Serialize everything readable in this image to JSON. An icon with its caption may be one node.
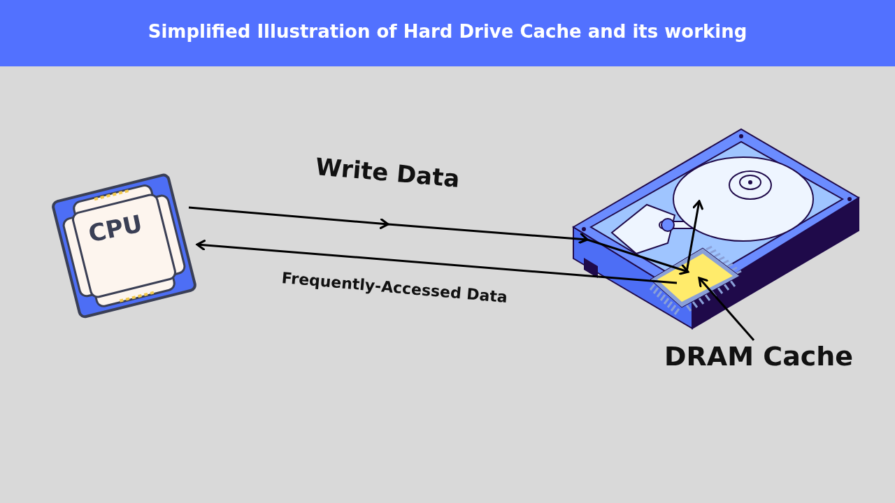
{
  "diagram": {
    "title": "Simplified Illustration of Hard Drive Cache and its working",
    "nodes": [
      {
        "text": [
          "CPU"
        ]
      },
      {
        "text": [],
        "shape": "picture"
      },
      {
        "text": [],
        "shape": "picture",
        "in": 1
      },
      {
        "text": [],
        "shape": "picture",
        "in": 1
      },
      {
        "text": [
          "DRAM Cache"
        ]
      }
    ],
    "edges": [
      {
        "from": 0,
        "to": 3,
        "arrow": "to",
        "label": "Write Data"
      },
      {
        "from": 3,
        "to": 2,
        "arrow": "to"
      },
      {
        "from": 3,
        "to": 0,
        "arrow": "to",
        "label": "Frequently-Accessed Data"
      },
      {
        "from": 4,
        "to": 3,
        "arrow": "to"
      }
    ]
  }
}
